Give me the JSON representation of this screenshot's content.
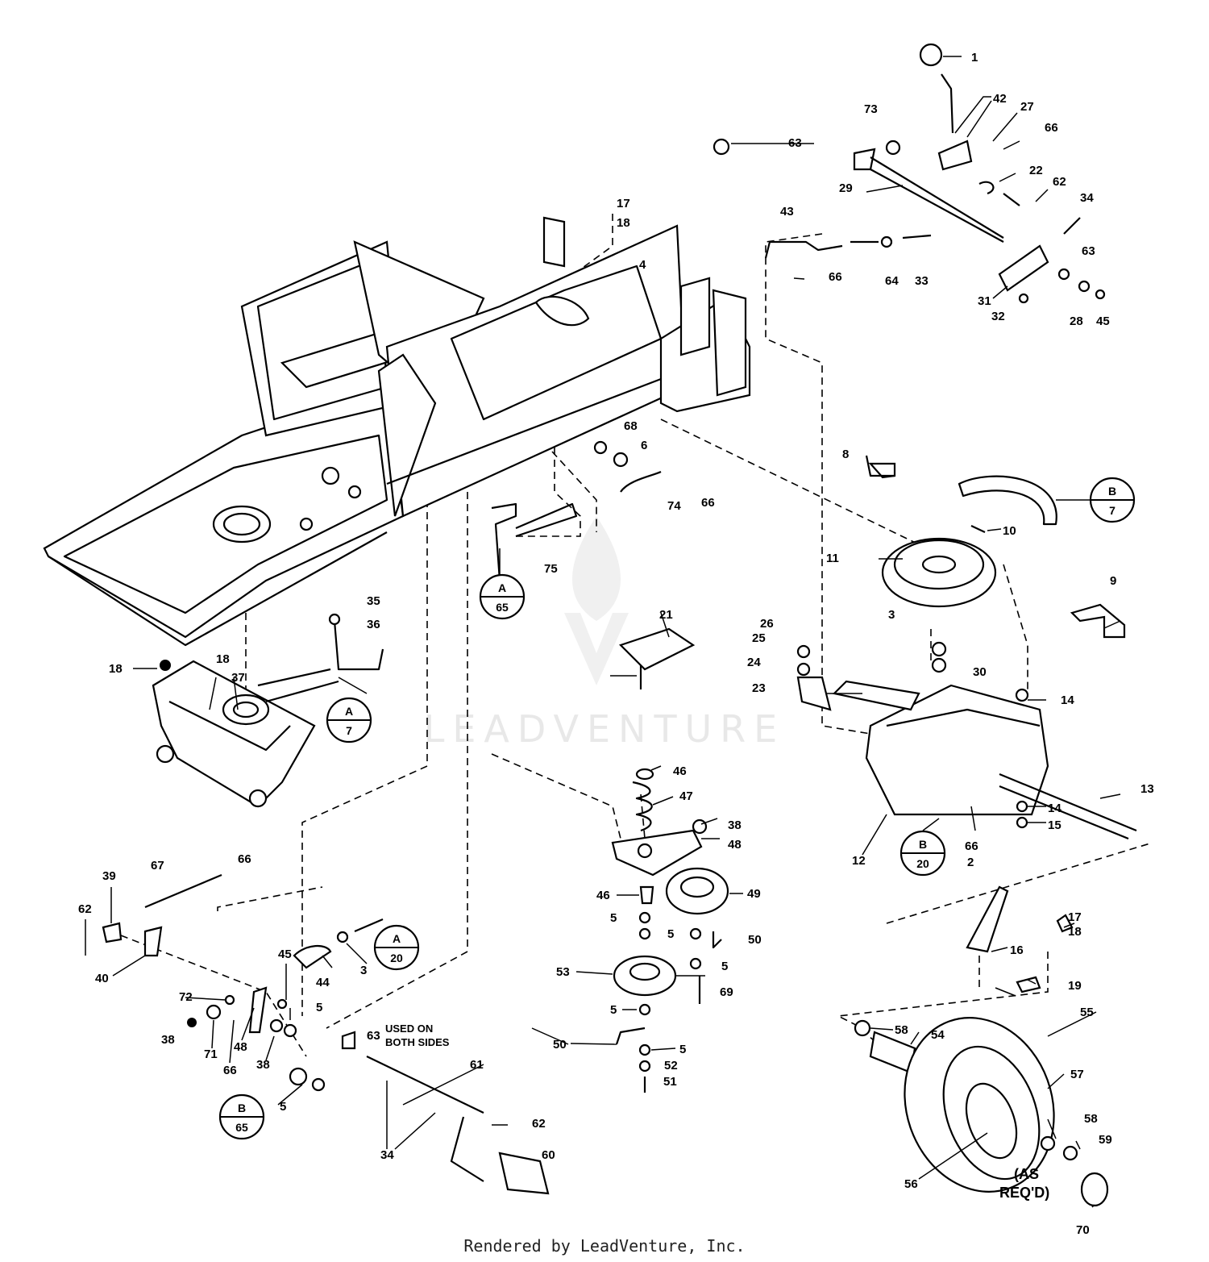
{
  "footer": {
    "text": "Rendered by LeadVenture, Inc."
  },
  "watermark": {
    "text": "LEADVENTURE"
  },
  "notes": {
    "used_on_both_sides_1": "USED ON",
    "used_on_both_sides_2": "BOTH SIDES",
    "as_reqd_1": "(AS",
    "as_reqd_2": "REQ'D)"
  },
  "refs": [
    {
      "top": "B",
      "bottom": "7"
    },
    {
      "top": "A",
      "bottom": "65"
    },
    {
      "top": "A",
      "bottom": "7"
    },
    {
      "top": "A",
      "bottom": "20"
    },
    {
      "top": "B",
      "bottom": "20"
    },
    {
      "top": "B",
      "bottom": "65"
    }
  ],
  "labels": [
    "1",
    "42",
    "27",
    "66",
    "73",
    "63",
    "22",
    "29",
    "62",
    "34",
    "43",
    "66",
    "64",
    "33",
    "63",
    "31",
    "32",
    "28",
    "45",
    "17",
    "18",
    "4",
    "68",
    "6",
    "8",
    "74",
    "66",
    "75",
    "10",
    "11",
    "9",
    "26",
    "25",
    "3",
    "24",
    "23",
    "30",
    "14",
    "13",
    "14",
    "15",
    "12",
    "66",
    "2",
    "21",
    "35",
    "36",
    "18",
    "18",
    "37",
    "46",
    "47",
    "38",
    "48",
    "46",
    "49",
    "5",
    "5",
    "50",
    "5",
    "53",
    "69",
    "5",
    "50",
    "5",
    "52",
    "51",
    "39",
    "67",
    "66",
    "62",
    "40",
    "45",
    "72",
    "5",
    "44",
    "3",
    "38",
    "71",
    "48",
    "66",
    "38",
    "5",
    "63",
    "61",
    "62",
    "34",
    "60",
    "17",
    "18",
    "16",
    "19",
    "58",
    "54",
    "55",
    "57",
    "58",
    "59",
    "56",
    "70"
  ]
}
